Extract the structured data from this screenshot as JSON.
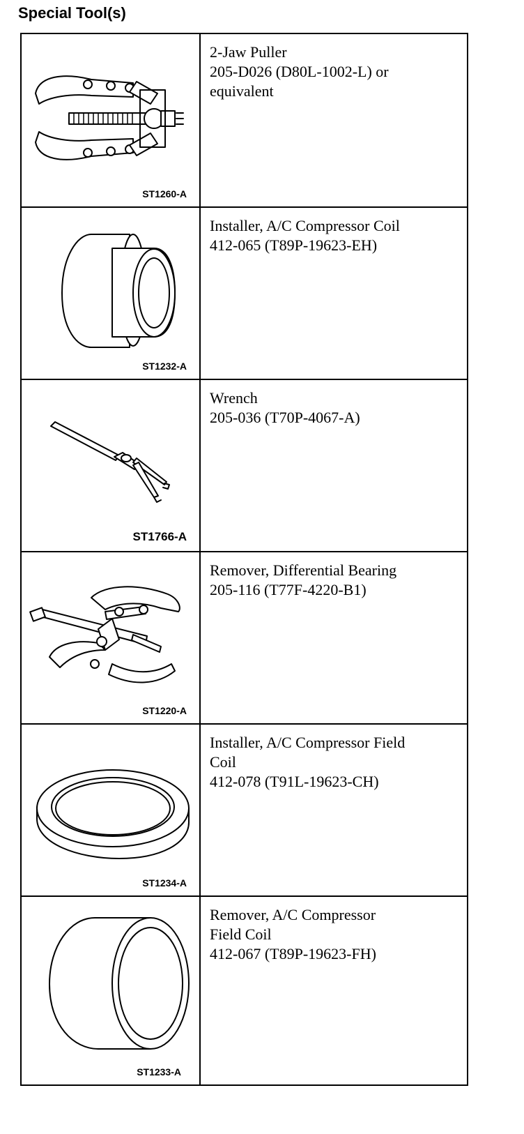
{
  "heading": "Special Tool(s)",
  "tools": [
    {
      "code": "ST1260-A",
      "lines": [
        "2-Jaw Puller",
        "205-D026 (D80L-1002-L) or",
        "equivalent"
      ]
    },
    {
      "code": "ST1232-A",
      "lines": [
        "Installer, A/C Compressor Coil",
        "412-065 (T89P-19623-EH)"
      ]
    },
    {
      "code": "ST1766-A",
      "lines": [
        "Wrench",
        "205-036 (T70P-4067-A)"
      ]
    },
    {
      "code": "ST1220-A",
      "lines": [
        "Remover, Differential Bearing",
        "205-116 (T77F-4220-B1)"
      ]
    },
    {
      "code": "ST1234-A",
      "lines": [
        "Installer, A/C Compressor Field",
        "Coil",
        "412-078 (T91L-19623-CH)"
      ]
    },
    {
      "code": "ST1233-A",
      "lines": [
        "Remover, A/C Compressor",
        "Field Coil",
        "412-067 (T89P-19623-FH)"
      ]
    }
  ]
}
